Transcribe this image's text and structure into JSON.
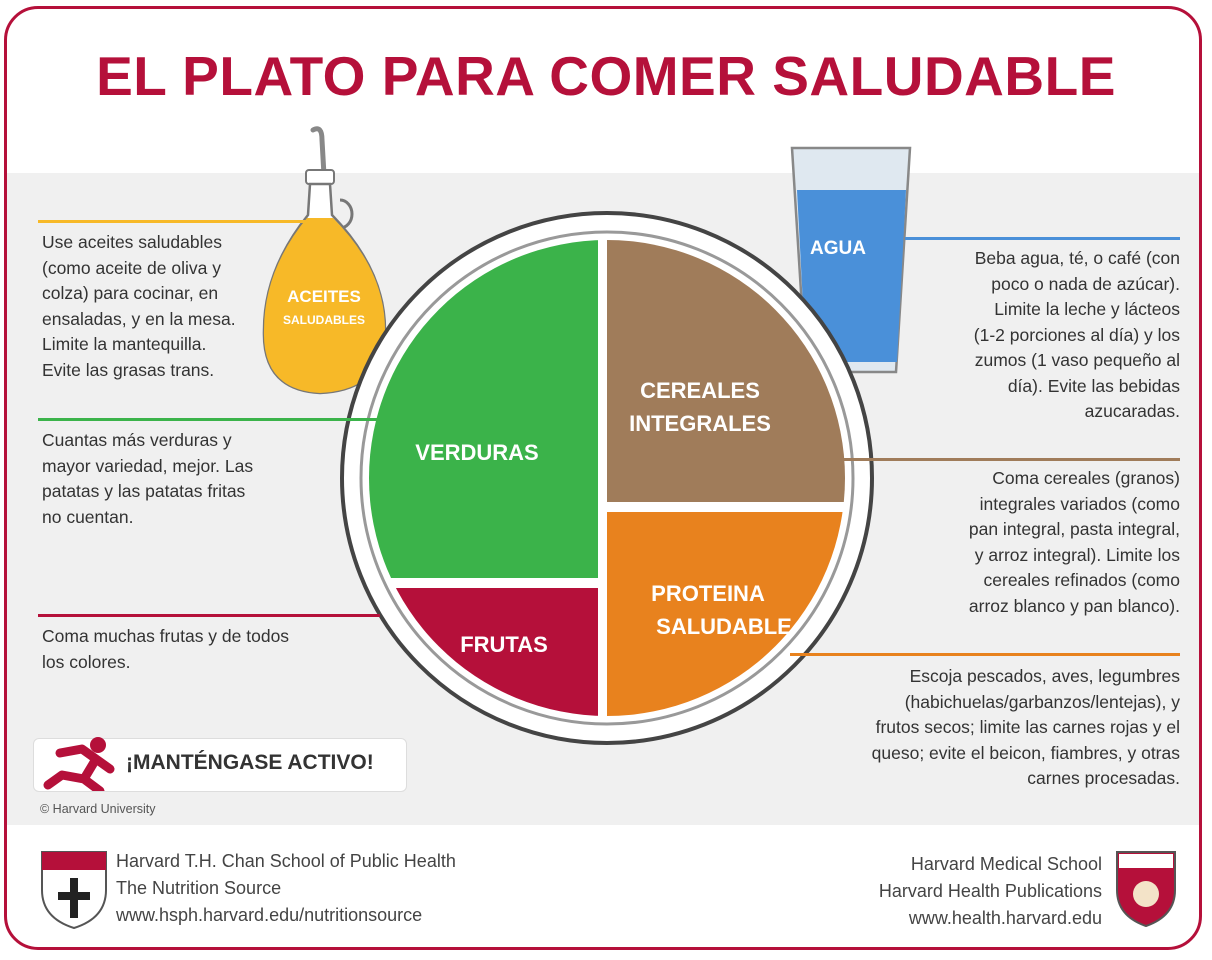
{
  "title": "EL PLATO PARA COMER SALUDABLE",
  "colors": {
    "brand": "#b5103a",
    "verduras": "#3bb34a",
    "cereales": "#a07c5a",
    "frutas": "#b5103a",
    "proteina": "#e8821e",
    "aceite": "#f7b928",
    "agua": "#4a90d9"
  },
  "plate": {
    "verduras": "VERDURAS",
    "cereales": [
      "CEREALES",
      "INTEGRALES"
    ],
    "frutas": "FRUTAS",
    "proteina": [
      "PROTEINA",
      "SALUDABLE"
    ]
  },
  "oil_label": [
    "ACEITES",
    "SALUDABLES"
  ],
  "water_label": "AGUA",
  "notes": {
    "aceites": [
      "Use aceites saludables",
      "(como aceite de oliva y",
      "colza) para cocinar, en",
      "ensaladas, y en la mesa.",
      "Limite la mantequilla.",
      "Evite las grasas trans."
    ],
    "verduras": [
      "Cuantas más verduras y",
      "mayor variedad, mejor. Las",
      "patatas y las patatas fritas",
      "no cuentan."
    ],
    "frutas": [
      "Coma muchas frutas y de todos",
      "los colores."
    ],
    "agua": [
      "Beba agua, té, o café (con",
      "poco o nada de azúcar).",
      "Limite la leche y lácteos",
      "(1-2 porciones al día) y los",
      "zumos (1 vaso pequeño al",
      "día). Evite las bebidas",
      "azucaradas."
    ],
    "cereales": [
      "Coma cereales (granos)",
      "integrales variados (como",
      "pan integral, pasta integral,",
      "y arroz integral). Limite los",
      "cereales refinados (como",
      "arroz blanco y pan blanco)."
    ],
    "proteina": [
      "Escoja pescados, aves, legumbres",
      "(habichuelas/garbanzos/lentejas), y",
      "frutos secos; limite las carnes rojas y el",
      "queso; evite el beicon, fiambres, y otras",
      "carnes procesadas."
    ]
  },
  "active": "¡MANTÉNGASE ACTIVO!",
  "copyright": "© Harvard University",
  "footer_left": [
    "Harvard T.H. Chan School of Public Health",
    "The Nutrition Source",
    "www.hsph.harvard.edu/nutritionsource"
  ],
  "footer_right": [
    "Harvard Medical School",
    "Harvard Health Publications",
    "www.health.harvard.edu"
  ]
}
